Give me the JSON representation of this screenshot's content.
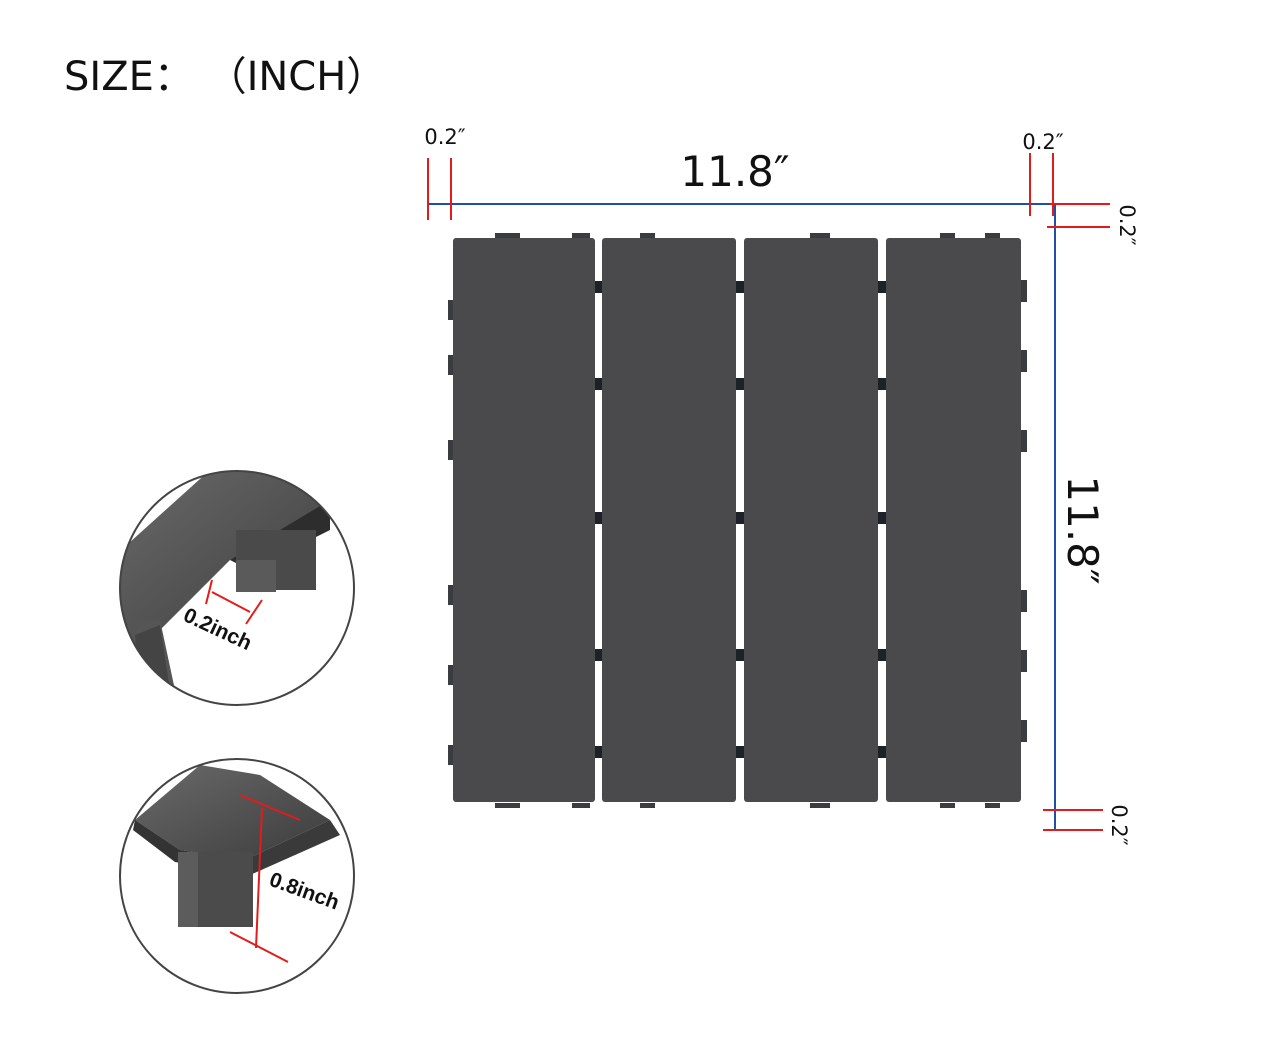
{
  "title": "SIZE：  （INCH）",
  "dimensions": {
    "width_label": "11.8″",
    "height_label": "11.8″",
    "left_offset": "0.2″",
    "right_offset": "0.2″",
    "top_offset": "0.2″",
    "bottom_offset": "0.2″"
  },
  "details": {
    "gap_label": "0.2inch",
    "height_label": "0.8inch"
  },
  "colors": {
    "dimension_line": "#1f4fa8",
    "tick": "#e31b1b",
    "tile": "#4a4a4c",
    "connector": "#1e2128"
  }
}
